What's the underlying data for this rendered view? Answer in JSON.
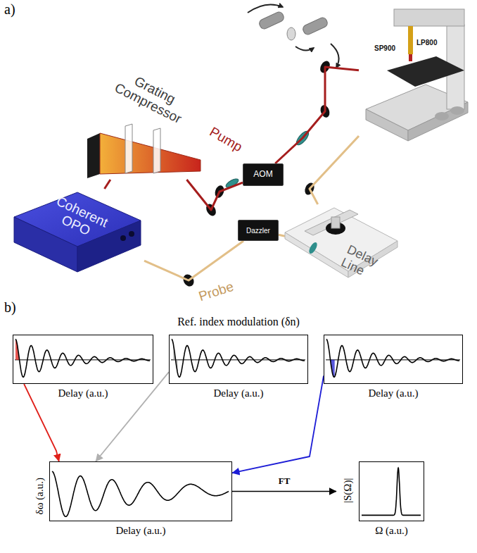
{
  "diagram": {
    "nodes": [
      {
        "text": [
          "Coherent OPO"
        ]
      },
      {
        "text": [
          "Grating Compressor"
        ]
      },
      {
        "text": [
          "AOM"
        ]
      },
      {
        "text": [
          "Dazzler"
        ]
      },
      {
        "text": [
          "Delay Line"
        ]
      },
      {
        "text": [
          "LP800",
          "SP900"
        ]
      },
      {
        "text": [
          "Delay (a.u.)"
        ]
      },
      {
        "text": [
          "Delay (a.u.)"
        ]
      },
      {
        "text": [
          "Delay (a.u.)"
        ]
      },
      {
        "text": [
          "δω (a.u.)",
          "Delay (a.u.)"
        ]
      },
      {
        "text": [
          "|S(Ω)|",
          "Ω (a.u.)"
        ]
      }
    ],
    "edges": [
      {
        "from": 0,
        "to": 1,
        "arrow": "none"
      },
      {
        "from": 1,
        "to": 2,
        "arrow": "none"
      },
      {
        "from": 2,
        "to": 5,
        "arrow": "none"
      },
      {
        "from": 0,
        "to": 3,
        "arrow": "none"
      },
      {
        "from": 3,
        "to": 4,
        "arrow": "none"
      },
      {
        "from": 4,
        "to": 5,
        "arrow": "none"
      },
      {
        "from": 6,
        "to": 9,
        "arrow": "to"
      },
      {
        "from": 7,
        "to": 9,
        "arrow": "to"
      },
      {
        "from": 8,
        "to": 9,
        "arrow": "to"
      },
      {
        "from": 9,
        "to": 10,
        "label": "FT",
        "arrow": "to"
      }
    ],
    "labels": [
      "a)",
      "Pump",
      "Probe",
      "b)",
      "Ref. index modulation (δn)"
    ]
  }
}
